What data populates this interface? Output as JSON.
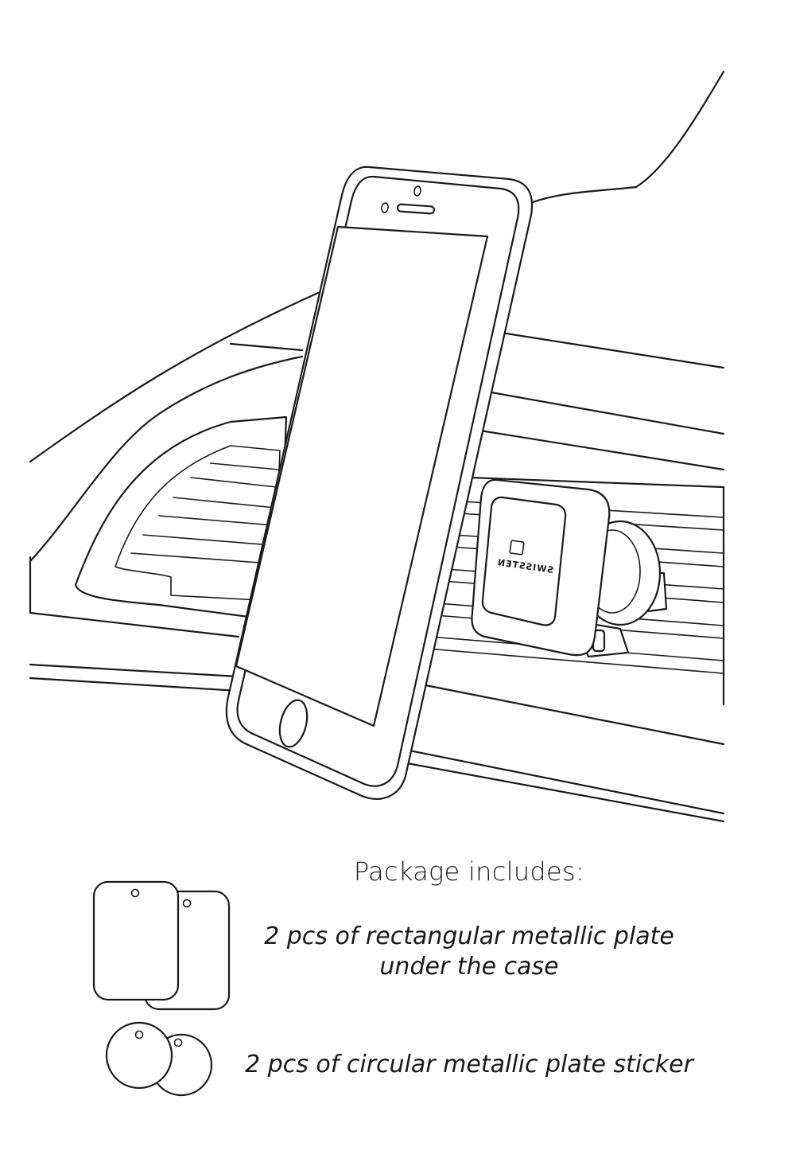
{
  "brand": {
    "logo_text": "SWISSTEN"
  },
  "package": {
    "title": "Package includes:",
    "items": [
      {
        "icon": "rectangular-plates-icon",
        "line1": "2 pcs of rectangular metallic plate",
        "line2": "under the case"
      },
      {
        "icon": "circular-plates-icon",
        "line1": "2 pcs of circular metallic plate sticker"
      }
    ]
  }
}
